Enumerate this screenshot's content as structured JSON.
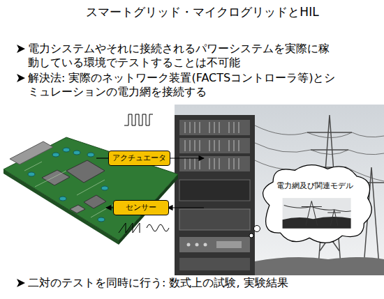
{
  "diagram": {
    "title": "スマートグリッド・マイクログリッドとHIL",
    "nodes": [
      {
        "text": [
          "アクチュエータ"
        ]
      },
      {
        "text": [
          "センサー"
        ]
      },
      {
        "text": [
          "電力網及び関連モデル"
        ]
      }
    ],
    "labels": [
      "電力システムやそれに接続されるパワーシステムを実際に稼動している環境でテストすることは不可能",
      "解決法: 実際のネットワーク装置(FACTSコントローラ等)とシミュレーションの電力網を接続する",
      "二対のテストを同時に行う: 数式上の試験, 実験結果"
    ]
  }
}
